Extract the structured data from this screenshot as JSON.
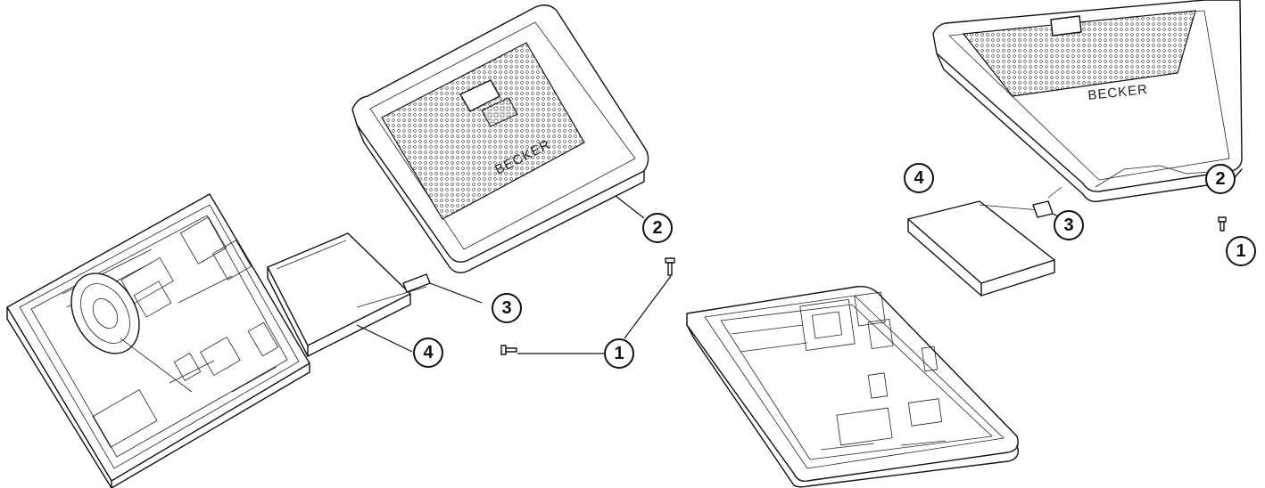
{
  "brand_text": "BECKER",
  "callouts": {
    "left": {
      "screw": "1",
      "cover": "2",
      "connector": "3",
      "battery": "4"
    },
    "right": {
      "screw": "1",
      "cover": "2",
      "connector": "3",
      "battery": "4"
    }
  }
}
